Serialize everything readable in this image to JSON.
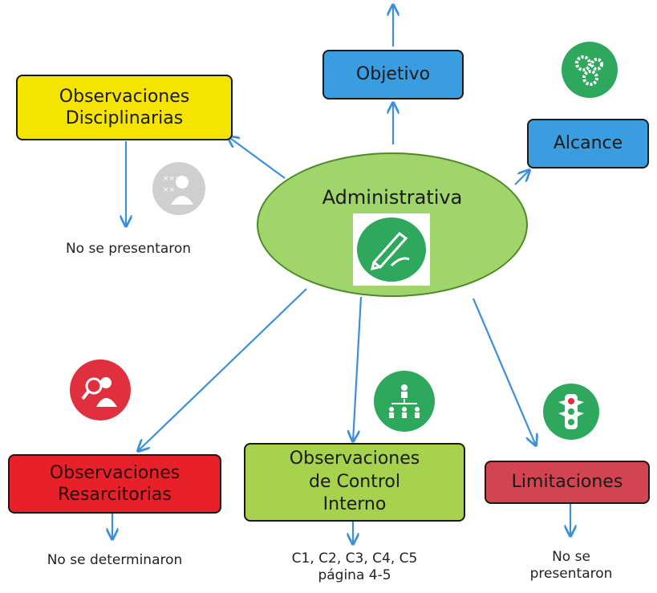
{
  "center": {
    "title": "Administrativa",
    "icon": "pen-writing-icon"
  },
  "nodes": {
    "objetivo": {
      "label": "Objetivo"
    },
    "disciplinarias": {
      "line1": "Observaciones",
      "line2": "Disciplinarias",
      "note": "No se presentaron",
      "icon": "person-with-crosses-icon"
    },
    "alcance": {
      "label": "Alcance",
      "icon": "gears-icon"
    },
    "resarcitorias": {
      "line1": "Observaciones",
      "line2": "Resarcitorias",
      "note": "No se determinaron",
      "icon": "magnifier-person-icon"
    },
    "control": {
      "line1": "Observaciones",
      "line2": "de Control",
      "line3": "Interno",
      "note1": "C1, C2, C3, C4, C5",
      "note2": "página 4-5",
      "icon": "org-chart-icon"
    },
    "limitaciones": {
      "label": "Limitaciones",
      "note1": "No se",
      "note2": "presentaron",
      "icon": "traffic-light-icon"
    }
  },
  "colors": {
    "yellow": "#f5e400",
    "blue": "#3a9de0",
    "red": "#e8202a",
    "green": "#a6d24e",
    "pink": "#d24450",
    "ellipse": "#9fd56a",
    "arrow": "#3d8fd8",
    "icon_green": "#2ea85c",
    "icon_red": "#e03040",
    "icon_grey": "#cfcfcf"
  }
}
